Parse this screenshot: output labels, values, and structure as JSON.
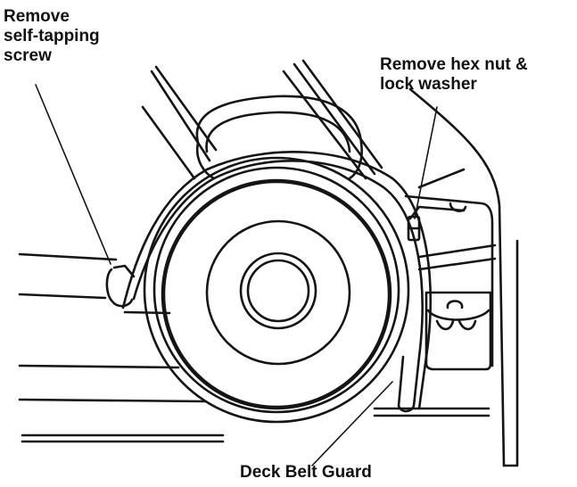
{
  "callouts": {
    "screw": {
      "lines": [
        "Remove",
        "self-tapping",
        "screw"
      ]
    },
    "hex_nut": {
      "lines": [
        "Remove hex nut &",
        "lock washer"
      ]
    },
    "deck_belt_guard": {
      "label": "Deck Belt Guard"
    }
  }
}
